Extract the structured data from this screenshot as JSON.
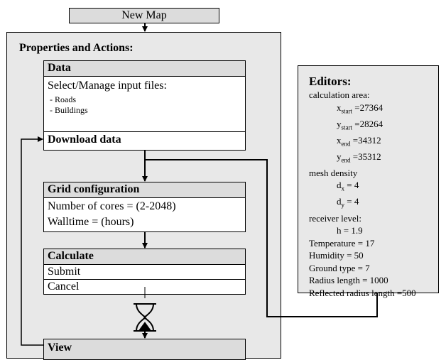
{
  "new_map": "New Map",
  "panel": {
    "title": "Properties and Actions:"
  },
  "data_box": {
    "header": "Data",
    "select_label": "Select/Manage input files:",
    "files": [
      "- Roads",
      "- Buildings"
    ],
    "download": "Download data"
  },
  "grid_box": {
    "header": "Grid configuration",
    "cores": "Number of cores = (2-2048)",
    "walltime": "Walltime = (hours)"
  },
  "calc_box": {
    "header": "Calculate",
    "submit": "Submit",
    "cancel": "Cancel"
  },
  "view_box": {
    "header": "View"
  },
  "editors": {
    "title": "Editors:",
    "calc_area": "calculation area:",
    "x_start": {
      "base": "x",
      "sub": "start",
      "val": " =27364"
    },
    "y_start": {
      "base": "y",
      "sub": "start",
      "val": " =28264"
    },
    "x_end": {
      "base": "x",
      "sub": "end",
      "val": " =34312"
    },
    "y_end": {
      "base": "y",
      "sub": "end",
      "val": " =35312"
    },
    "mesh": "mesh density",
    "dx": {
      "base": "d",
      "sub": "x",
      "val": " = 4"
    },
    "dy": {
      "base": "d",
      "sub": "y",
      "val": " = 4"
    },
    "receiver": "receiver level:",
    "h": "h = 1.9",
    "temperature": "Temperature = 17",
    "humidity": "Humidity = 50",
    "ground": "Ground type = 7",
    "radius": "Radius length = 1000",
    "reflected": "Reflected radius length =500"
  }
}
